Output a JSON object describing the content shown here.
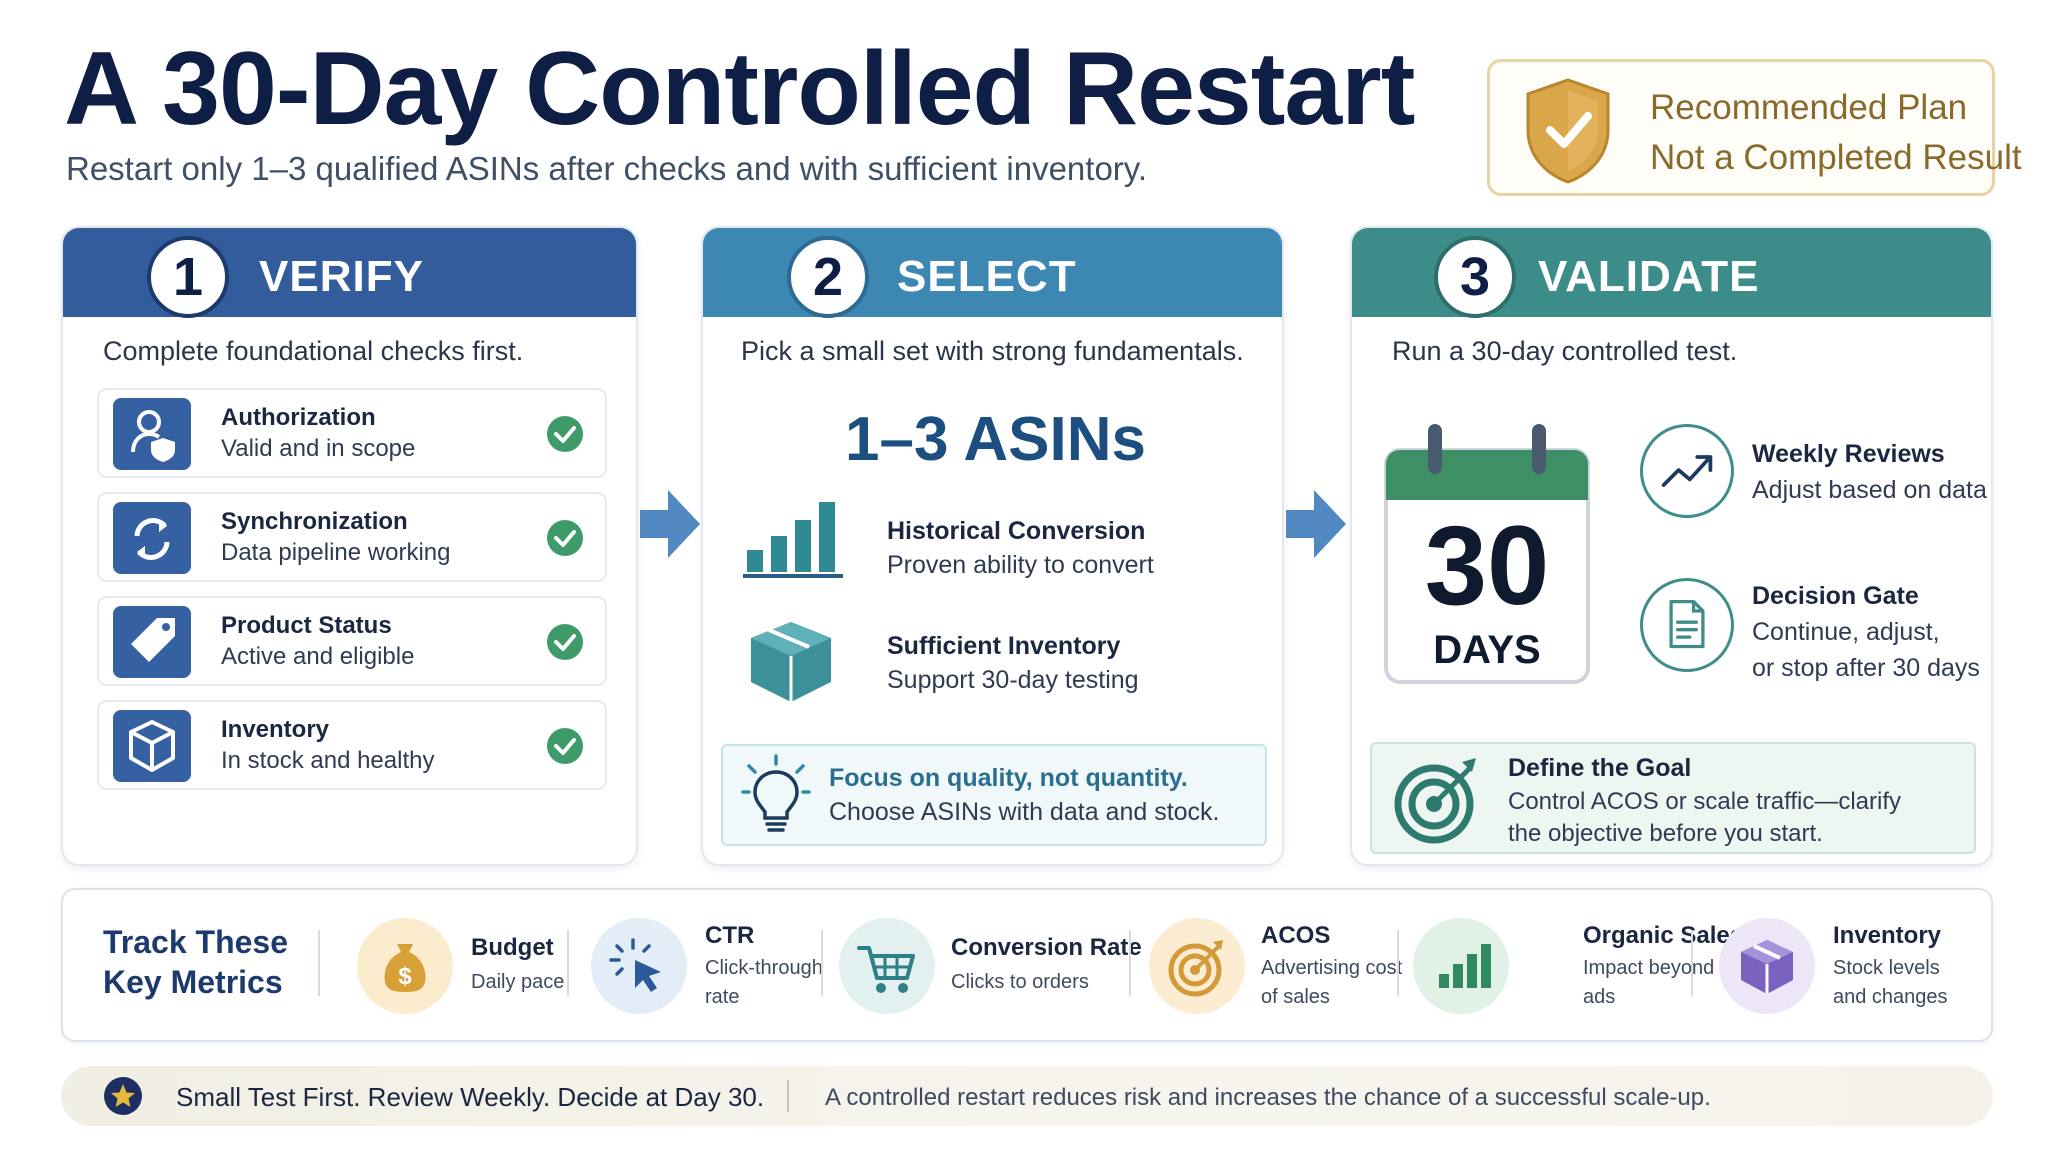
{
  "header": {
    "title": "A 30-Day Controlled Restart",
    "subtitle": "Restart only 1–3 qualified ASINs after checks and with sufficient inventory."
  },
  "badge": {
    "line1": "Recommended Plan",
    "line2": "Not a Completed Result",
    "icon": "shield-check-icon"
  },
  "steps": [
    {
      "number": "1",
      "title": "VERIFY",
      "intro": "Complete foundational checks first.",
      "checks": [
        {
          "title": "Authorization",
          "desc": "Valid and in scope",
          "icon": "user-shield-icon"
        },
        {
          "title": "Synchronization",
          "desc": "Data pipeline working",
          "icon": "sync-icon"
        },
        {
          "title": "Product Status",
          "desc": "Active and eligible",
          "icon": "tag-icon"
        },
        {
          "title": "Inventory",
          "desc": "In stock and healthy",
          "icon": "box-icon"
        }
      ]
    },
    {
      "number": "2",
      "title": "SELECT",
      "intro": "Pick a small set with strong fundamentals.",
      "highlight": "1–3 ASINs",
      "features": [
        {
          "title": "Historical Conversion",
          "desc": "Proven ability to convert",
          "icon": "bar-chart-icon"
        },
        {
          "title": "Sufficient Inventory",
          "desc": "Support 30-day testing",
          "icon": "package-icon"
        }
      ],
      "tip": {
        "title": "Focus on quality, not quantity.",
        "desc": "Choose ASINs with data and stock.",
        "icon": "lightbulb-icon"
      }
    },
    {
      "number": "3",
      "title": "VALIDATE",
      "intro": "Run a 30-day controlled test.",
      "calendar": {
        "number": "30",
        "label": "DAYS"
      },
      "items": [
        {
          "title": "Weekly Reviews",
          "desc": [
            "Adjust based on data"
          ],
          "icon": "trend-up-icon"
        },
        {
          "title": "Decision Gate",
          "desc": [
            "Continue, adjust,",
            "or stop after 30 days"
          ],
          "icon": "document-icon"
        }
      ],
      "goal": {
        "title": "Define the Goal",
        "desc": [
          "Control ACOS or scale traffic—clarify",
          "the objective before you start."
        ],
        "icon": "target-icon"
      }
    }
  ],
  "metrics": {
    "heading": [
      "Track These",
      "Key Metrics"
    ],
    "items": [
      {
        "title": "Budget",
        "desc": [
          "Daily pace"
        ],
        "icon": "money-bag-icon"
      },
      {
        "title": "CTR",
        "desc": [
          "Click-through",
          "rate"
        ],
        "icon": "cursor-click-icon"
      },
      {
        "title": "Conversion Rate",
        "desc": [
          "Clicks to orders"
        ],
        "icon": "cart-icon"
      },
      {
        "title": "ACOS",
        "desc": [
          "Advertising cost",
          "of sales"
        ],
        "icon": "target-icon"
      },
      {
        "title": "Organic Sales",
        "desc": [
          "Impact beyond",
          "ads"
        ],
        "icon": "bar-chart-icon"
      },
      {
        "title": "Inventory",
        "desc": [
          "Stock levels",
          "and changes"
        ],
        "icon": "box-icon"
      }
    ]
  },
  "footer": {
    "tagline": "Small Test First. Review Weekly. Decide at Day 30.",
    "note": "A controlled restart reduces risk and increases the chance of a successful scale-up.",
    "icon": "star-icon"
  },
  "colors": {
    "navy": "#0f1e44",
    "verify": "#335c9c",
    "select": "#3d87b3",
    "validate": "#3c8c8a",
    "check_green": "#3f9a6a",
    "gold": "#c99a3b"
  }
}
